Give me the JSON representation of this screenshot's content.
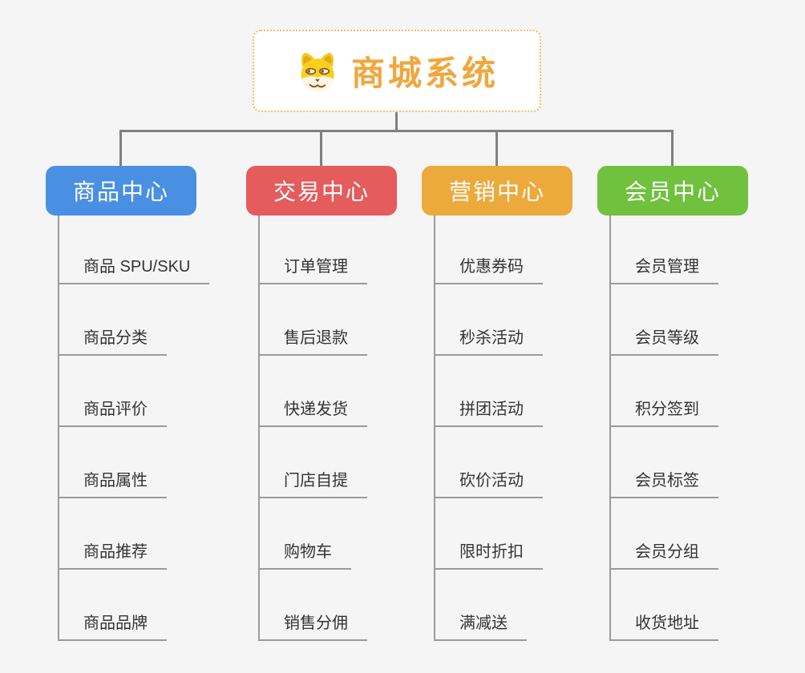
{
  "page": {
    "background": "#f5f5f5",
    "connector_color": "#808080",
    "leaf_line_color": "#9b9b9b",
    "leaf_text_color": "#333333"
  },
  "root": {
    "title": "商城系统",
    "icon": "dog-face-icon",
    "text_color": "#f0a73e",
    "border_color": "#f2bd62",
    "background": "#ffffff"
  },
  "branches": [
    {
      "label": "商品中心",
      "color": "#4a90e2",
      "children": [
        "商品 SPU/SKU",
        "商品分类",
        "商品评价",
        "商品属性",
        "商品推荐",
        "商品品牌"
      ]
    },
    {
      "label": "交易中心",
      "color": "#e45c5c",
      "children": [
        "订单管理",
        "售后退款",
        "快递发货",
        "门店自提",
        "购物车",
        "销售分佣"
      ]
    },
    {
      "label": "营销中心",
      "color": "#ecaa3c",
      "children": [
        "优惠券码",
        "秒杀活动",
        "拼团活动",
        "砍价活动",
        "限时折扣",
        "满减送"
      ]
    },
    {
      "label": "会员中心",
      "color": "#6fc13e",
      "children": [
        "会员管理",
        "会员等级",
        "积分签到",
        "会员标签",
        "会员分组",
        "收货地址"
      ]
    }
  ]
}
